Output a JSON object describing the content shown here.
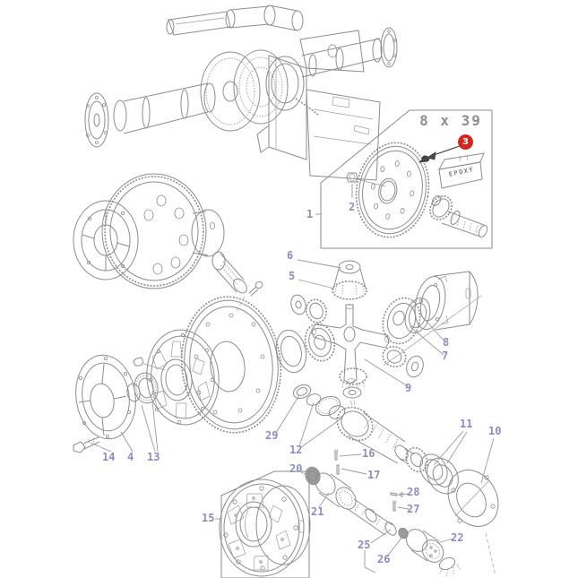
{
  "figure": {
    "description": "Exploded parts diagram of tractor rear axle, differential, crown wheel and pinion",
    "line_color": "#8d8d8d",
    "callout_color": "#8b8dc2"
  },
  "inset_detail": {
    "ratio_label": "8 x 39",
    "epoxy_label": "EPOXY",
    "badge": {
      "label": "3",
      "color": "#d2281e"
    }
  },
  "callouts": {
    "c1": "1",
    "c2": "2",
    "c4": "4",
    "c5": "5",
    "c6": "6",
    "c7": "7",
    "c8": "8",
    "c9": "9",
    "c10": "10",
    "c11": "11",
    "c12": "12",
    "c13": "13",
    "c14": "14",
    "c15": "15",
    "c16": "16",
    "c17": "17",
    "c20": "20",
    "c21": "21",
    "c22": "22",
    "c25": "25",
    "c26": "26",
    "c27": "27",
    "c28": "28",
    "c29": "29"
  }
}
